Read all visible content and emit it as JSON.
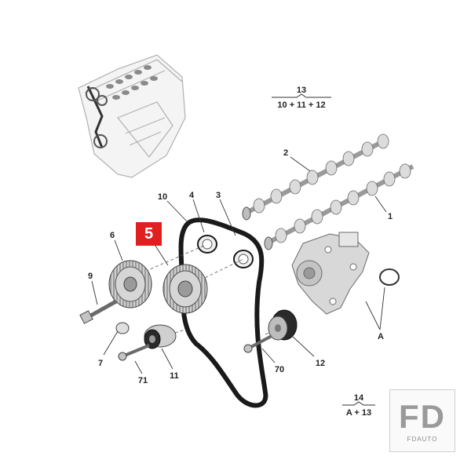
{
  "highlight": {
    "label": "5",
    "color": "#e02020"
  },
  "callouts": {
    "p1": "1",
    "p2": "2",
    "p3": "3",
    "p4": "4",
    "p6": "6",
    "p7": "7",
    "p9": "9",
    "p10": "10",
    "p11": "11",
    "p12": "12",
    "p70": "70",
    "p71": "71",
    "pA": "A"
  },
  "groups": {
    "g13": {
      "number": "13",
      "formula": "10 + 11 + 12"
    },
    "g14": {
      "number": "14",
      "formula": "A + 13"
    }
  },
  "logo": {
    "mark": "FD",
    "text": "FDAUTO"
  }
}
